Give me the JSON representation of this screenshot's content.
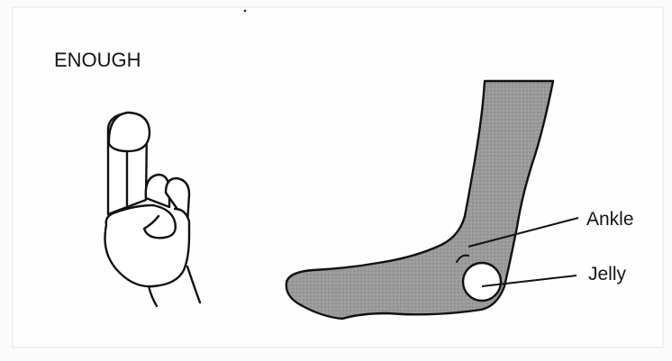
{
  "diagram": {
    "title": "ENOUGH",
    "callouts": {
      "ankle": "Ankle",
      "jelly": "Jelly"
    }
  }
}
